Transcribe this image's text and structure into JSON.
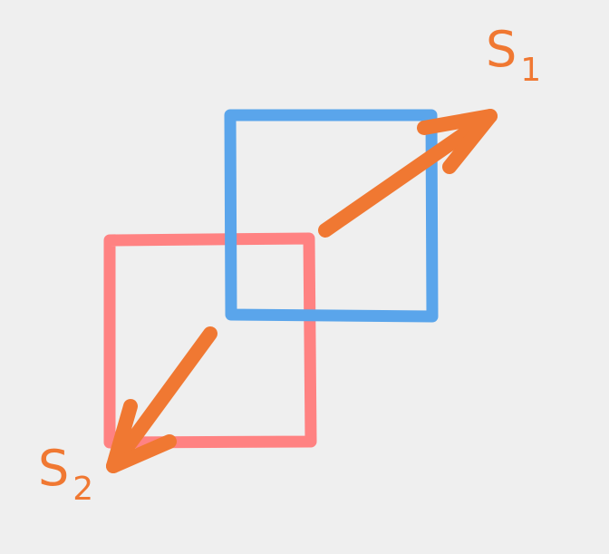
{
  "labels": {
    "s1": {
      "main": "S",
      "sub": "1"
    },
    "s2": {
      "main": "S",
      "sub": "2"
    }
  },
  "colors": {
    "background": "#efefef",
    "pink_square": "#ff8282",
    "blue_square": "#5aa5eb",
    "arrows": "#f07832"
  }
}
